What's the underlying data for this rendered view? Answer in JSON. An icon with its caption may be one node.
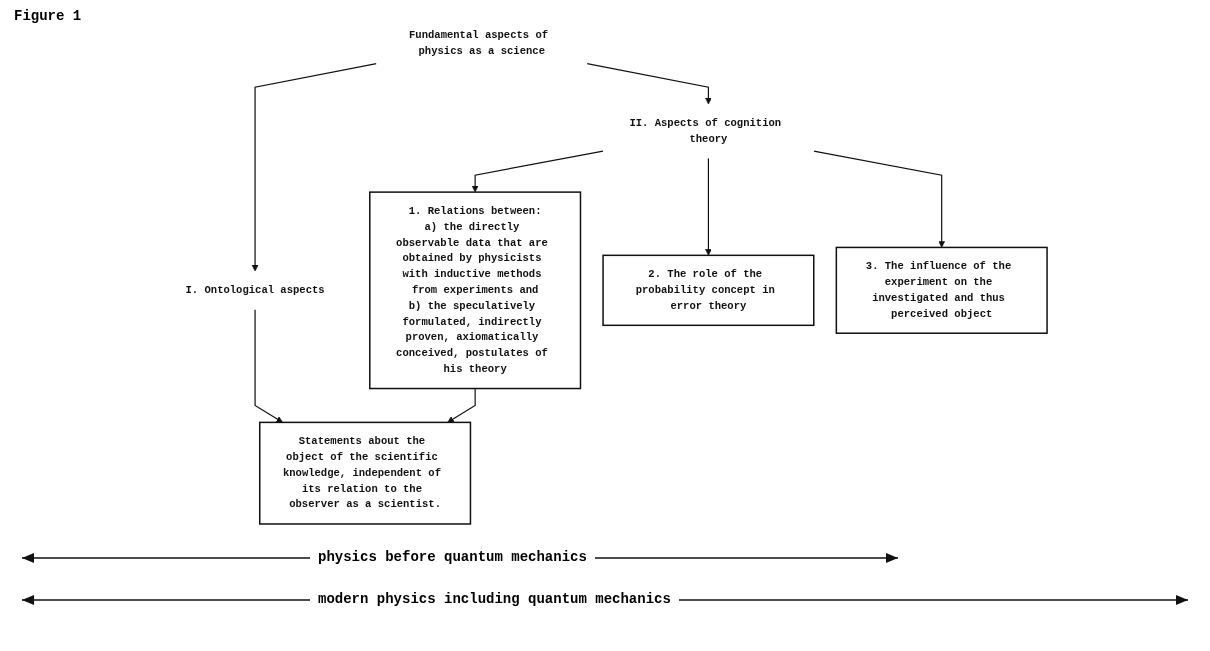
{
  "diagram": {
    "nodes": [
      {
        "text": [
          "Fundamental aspects of physics as a science"
        ]
      },
      {
        "text": [
          "I. Ontological aspects"
        ]
      },
      {
        "text": [
          "II. Aspects of cognition theory"
        ]
      },
      {
        "text": [
          "Statements about the object of the scientific knowledge, independent of its relation to the observer as a scientist."
        ]
      },
      {
        "text": [
          "1. Relations between:",
          "a) the directly observable data that are obtained by physicists with inductive methods from experiments and",
          "b) the speculatively formulated, indirectly proven, axiomatically conceived, postulates of his theory"
        ]
      },
      {
        "text": [
          "2. The role of the probability concept in error theory"
        ]
      },
      {
        "text": [
          "3. The influence of the experiment on the investigated and thus perceived object"
        ]
      }
    ],
    "edges": [
      {
        "from": 0,
        "to": 1,
        "arrow": "to"
      },
      {
        "from": 0,
        "to": 2,
        "arrow": "to"
      },
      {
        "from": 1,
        "to": 3,
        "arrow": "to"
      },
      {
        "from": 2,
        "to": 4,
        "arrow": "to"
      },
      {
        "from": 2,
        "to": 5,
        "arrow": "to"
      },
      {
        "from": 2,
        "to": 6,
        "arrow": "to"
      },
      {
        "from": 4,
        "to": 3,
        "arrow": "to"
      }
    ],
    "labels": [
      "Figure 1",
      "physics before quantum mechanics",
      "modern physics including quantum mechanics"
    ]
  }
}
